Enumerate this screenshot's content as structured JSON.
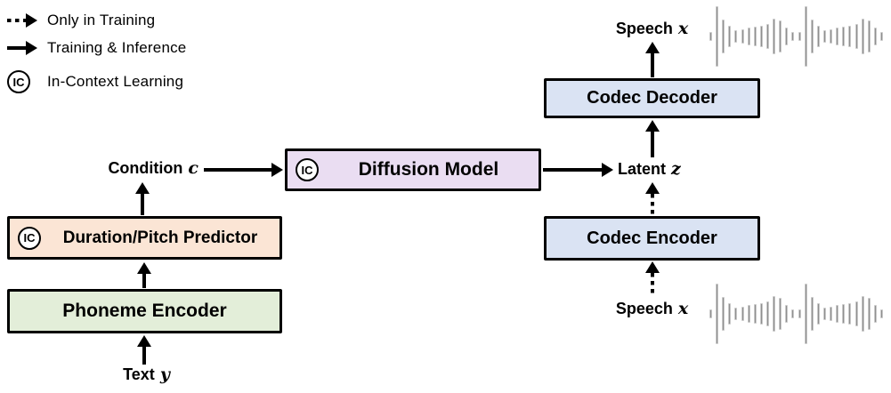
{
  "legend": {
    "items": [
      {
        "label": "Only in Training",
        "marker": "dotted-arrow"
      },
      {
        "label": "Training & Inference",
        "marker": "solid-arrow"
      },
      {
        "label": "In-Context Learning",
        "marker": "ic-badge"
      }
    ]
  },
  "badges": {
    "ic": "IC"
  },
  "nodes": {
    "phoneme_encoder": {
      "label": "Phoneme Encoder",
      "fill": "#e3eed9"
    },
    "duration_pitch_predictor": {
      "label": "Duration/Pitch Predictor",
      "fill": "#fbe5d5",
      "has_ic": true
    },
    "diffusion_model": {
      "label": "Diffusion Model",
      "fill": "#eaddf2",
      "has_ic": true
    },
    "codec_decoder": {
      "label": "Codec Decoder",
      "fill": "#dae3f3"
    },
    "codec_encoder": {
      "label": "Codec Encoder",
      "fill": "#dae3f3"
    }
  },
  "labels": {
    "text_y": {
      "word": "Text",
      "var": "y"
    },
    "condition_c": {
      "word": "Condition",
      "var": "c"
    },
    "latent_z": {
      "word": "Latent",
      "var": "z"
    },
    "speech_x_top": {
      "word": "Speech",
      "var": "x"
    },
    "speech_x_bottom": {
      "word": "Speech",
      "var": "x"
    }
  },
  "waveform": {
    "bar_color": "#8f8f8f",
    "bar_outline": "#c9c9c9",
    "heights": [
      14,
      100,
      56,
      36,
      20,
      23,
      28,
      31,
      34,
      42,
      58,
      52,
      30,
      16,
      14,
      100,
      56,
      36,
      20,
      23,
      28,
      31,
      34,
      42,
      58,
      52,
      30,
      16
    ]
  }
}
